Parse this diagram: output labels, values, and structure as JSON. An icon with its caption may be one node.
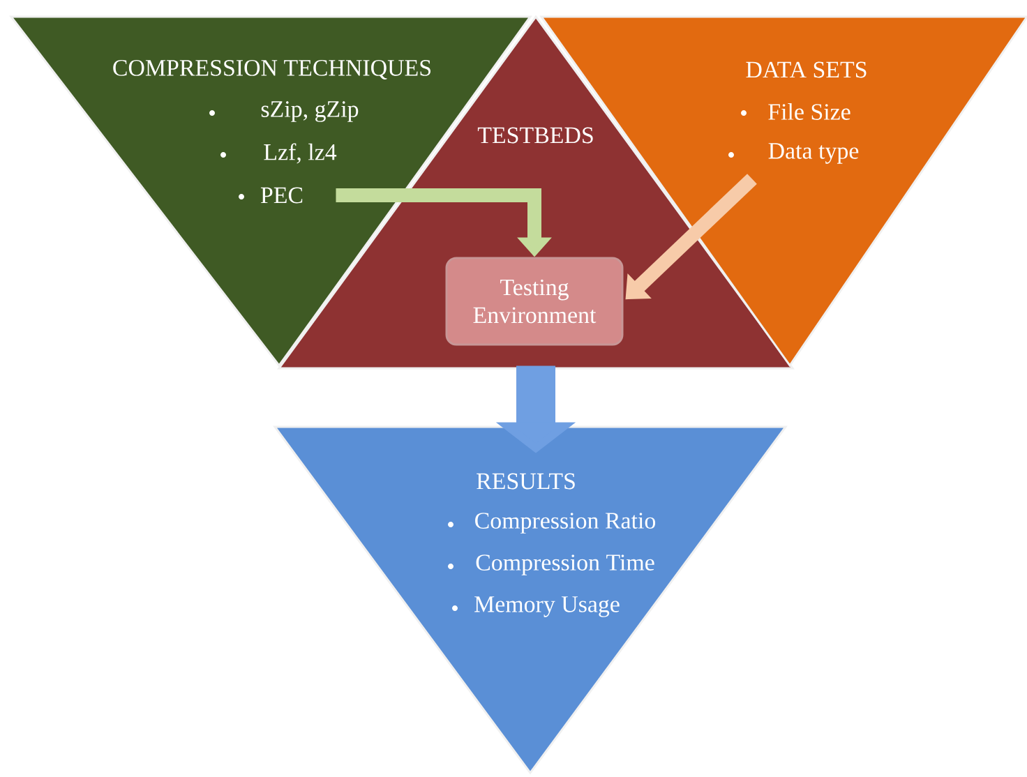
{
  "diagram": {
    "nodes": [
      {
        "text": [
          "COMPRESSION TECHNIQUES",
          "sZip, gZip",
          "Lzf, lz4",
          "PEC"
        ]
      },
      {
        "text": [
          "TESTBEDS"
        ]
      },
      {
        "text": [
          "Testing Environment"
        ],
        "in": 1
      },
      {
        "text": [
          "DATA SETS",
          "File Size",
          "Data type"
        ]
      },
      {
        "text": [
          "RESULTS",
          "Compression Ratio",
          "Compression Time",
          "Memory Usage"
        ]
      }
    ],
    "edges": [
      {
        "from": 0,
        "to": 2,
        "arrow": "to",
        "color": "#c4dc9c"
      },
      {
        "from": 3,
        "to": 2,
        "arrow": "to",
        "color": "#f7cba9"
      },
      {
        "from": 1,
        "to": 4,
        "arrow": "to",
        "style": "thick",
        "color": "#6f9fe2"
      }
    ]
  }
}
